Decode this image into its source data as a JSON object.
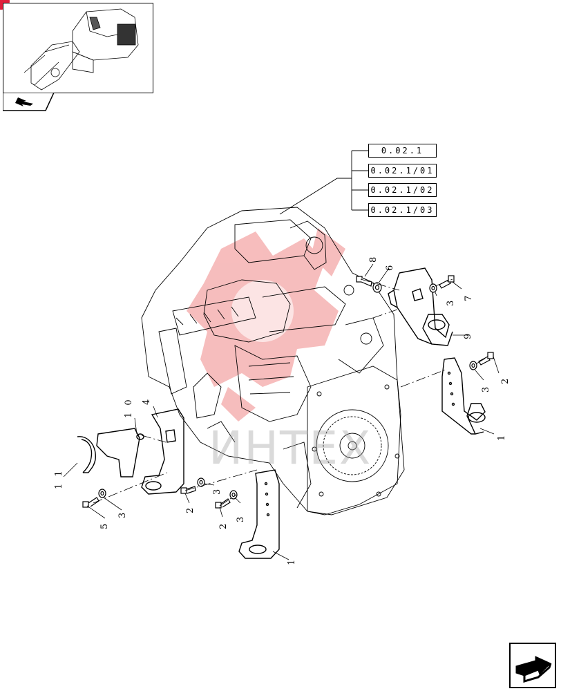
{
  "reference_boxes": [
    "0.02.1",
    "0.02.1/01",
    "0.02.1/02",
    "0.02.1/03"
  ],
  "callouts": {
    "c8": "8",
    "c6": "6",
    "c3a": "3",
    "c7": "7",
    "c9": "9",
    "c3b": "3",
    "c2a": "2",
    "c1a": "1",
    "c4": "4",
    "c10": "1 0",
    "c11": "1 1",
    "c3c": "3",
    "c2b": "2",
    "c3d": "3",
    "c2c": "2",
    "c5": "5",
    "c3e": "3",
    "c1b": "1"
  },
  "watermark": "ИНТЕХ",
  "colors": {
    "line": "#000000",
    "watermark": "#f2a6a6",
    "corner": "#e0203c"
  },
  "icons": {
    "thumbnail_nav": "arrow-icon",
    "next_page": "next-page-icon"
  }
}
